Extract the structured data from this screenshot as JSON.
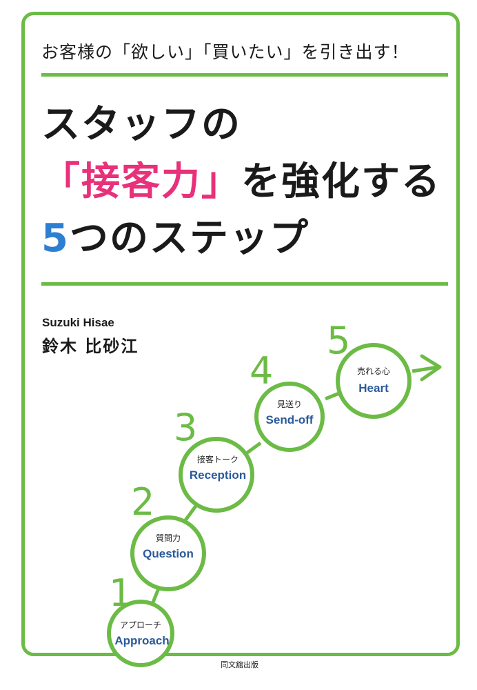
{
  "cover": {
    "subtitle": "お客様の「欲しい」「買いたい」を引き出す！",
    "title_line1": "スタッフの",
    "title_line2_bracket_open": "「",
    "title_line2_highlight": "接客力",
    "title_line2_bracket_close": "」",
    "title_line2_rest": "を強化する",
    "title_line3_number": "5",
    "title_line3_rest": "つのステップ",
    "author_romaji": "Suzuki Hisae",
    "author_name": "鈴木 比砂江",
    "publisher": "同文舘出版",
    "colors": {
      "accent_green": "#6cbb46",
      "highlight_pink": "#e8317a",
      "number_blue": "#2d7fd2",
      "label_blue": "#2a5a9a"
    }
  },
  "steps": [
    {
      "number": "1",
      "label_ja": "アプローチ",
      "label_en": "Approach"
    },
    {
      "number": "2",
      "label_ja": "質問力",
      "label_en": "Question"
    },
    {
      "number": "3",
      "label_ja": "接客トーク",
      "label_en": "Reception"
    },
    {
      "number": "4",
      "label_ja": "見送り",
      "label_en": "Send-off"
    },
    {
      "number": "5",
      "label_ja": "売れる心",
      "label_en": "Heart"
    }
  ]
}
